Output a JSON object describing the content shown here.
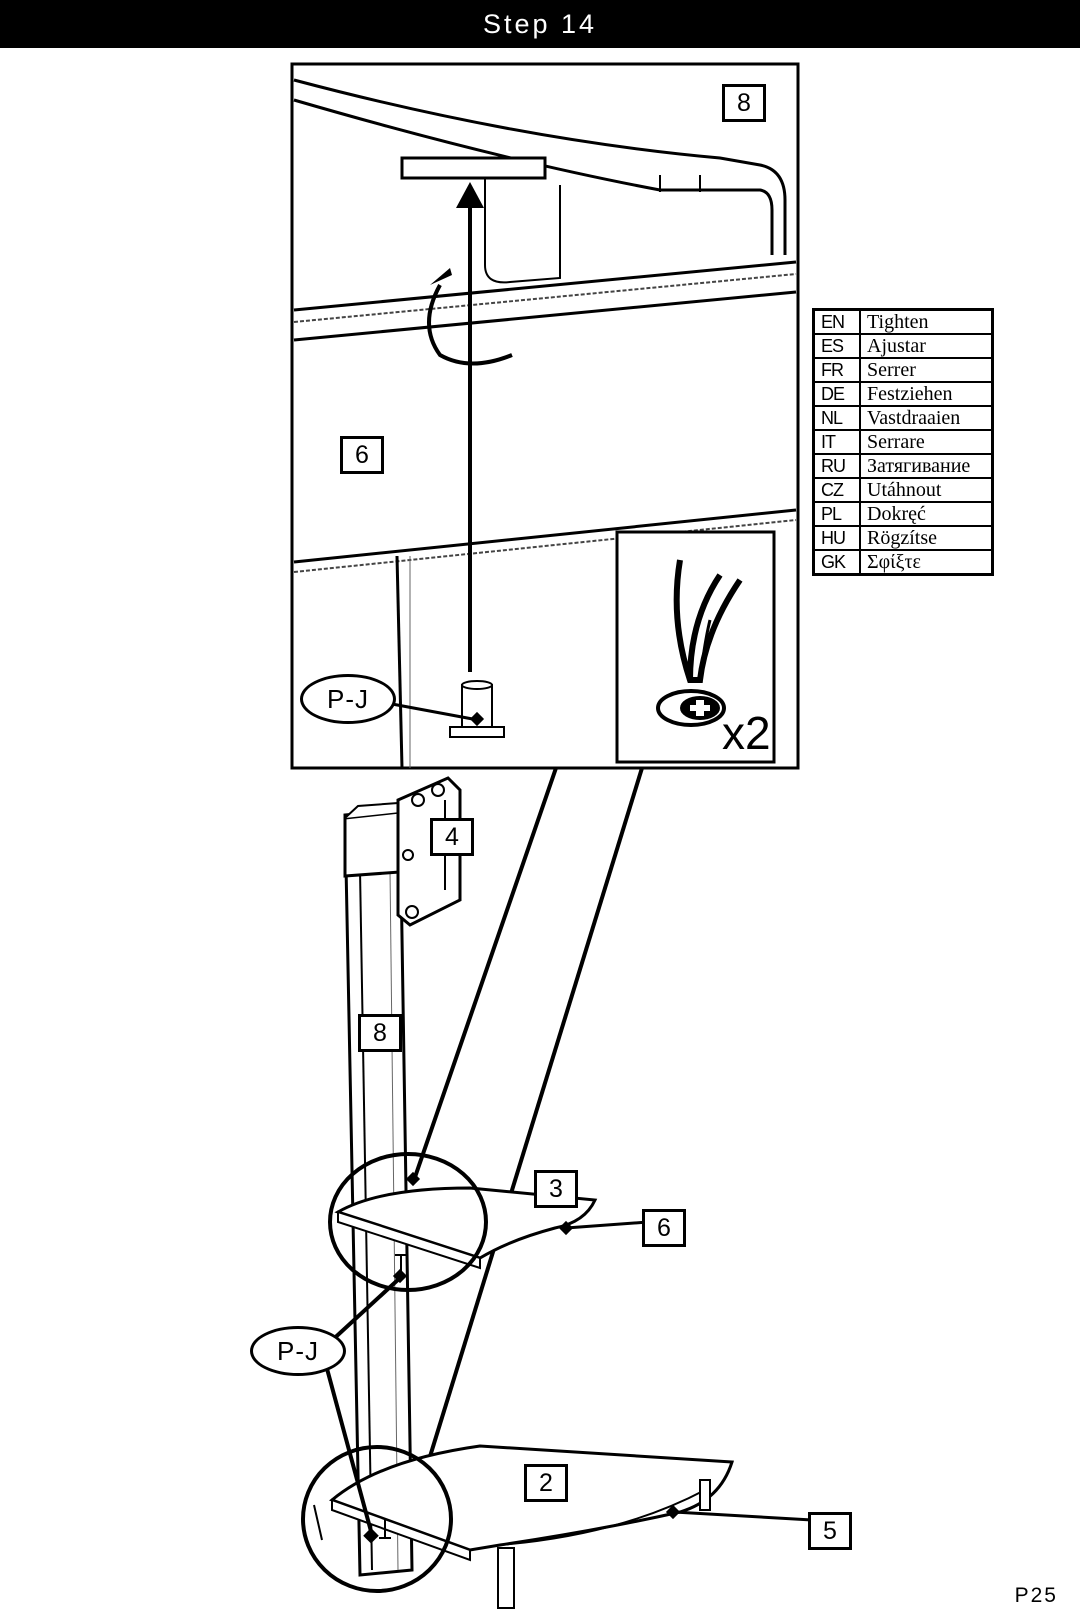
{
  "header": {
    "title": "Step 14"
  },
  "inset": {
    "labels": {
      "part_8": "8",
      "part_6": "6",
      "part_pj": "P-J"
    },
    "tool": {
      "icon": "phillips-screwdriver-icon",
      "quantity": "x2"
    }
  },
  "instructions": {
    "rows": [
      {
        "code": "EN",
        "word": "Tighten"
      },
      {
        "code": "ES",
        "word": "Ajustar"
      },
      {
        "code": "FR",
        "word": "Serrer"
      },
      {
        "code": "DE",
        "word": "Festziehen"
      },
      {
        "code": "NL",
        "word": "Vastdraaien"
      },
      {
        "code": "IT",
        "word": "Serrare"
      },
      {
        "code": "RU",
        "word": "Затягивание"
      },
      {
        "code": "CZ",
        "word": "Utáhnout"
      },
      {
        "code": "PL",
        "word": "Dokręć"
      },
      {
        "code": "HU",
        "word": "Rögzítse"
      },
      {
        "code": "GK",
        "word": "Σφίξτε"
      }
    ]
  },
  "assembly": {
    "labels": {
      "part_4": "4",
      "part_8": "8",
      "part_3": "3",
      "part_6": "6",
      "part_pj": "P-J",
      "part_2": "2",
      "part_5": "5"
    }
  },
  "footer": {
    "page": "P25"
  }
}
